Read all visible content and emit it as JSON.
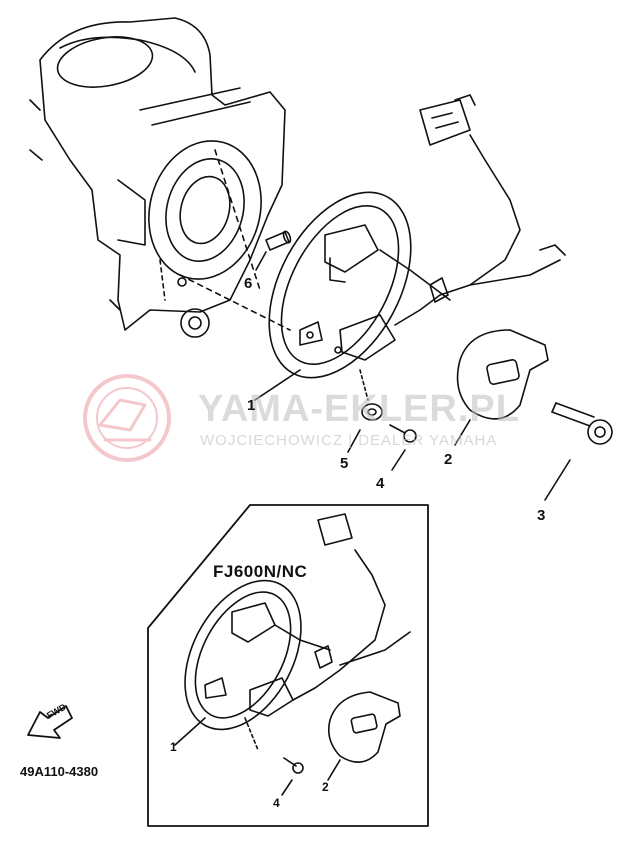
{
  "diagram": {
    "code": "49A110-4380",
    "variant_label": "FJ600N/NC",
    "fwd_label": "FWD",
    "callouts_main": [
      "1",
      "2",
      "3",
      "4",
      "5",
      "6"
    ],
    "callouts_inset": [
      "1",
      "2",
      "4"
    ]
  },
  "watermark": {
    "brand": "YAMA-EKLER.PL",
    "subtitle": "WOJCIECHOWICZ | DEALER YAMAHA",
    "color": "#e06070"
  }
}
